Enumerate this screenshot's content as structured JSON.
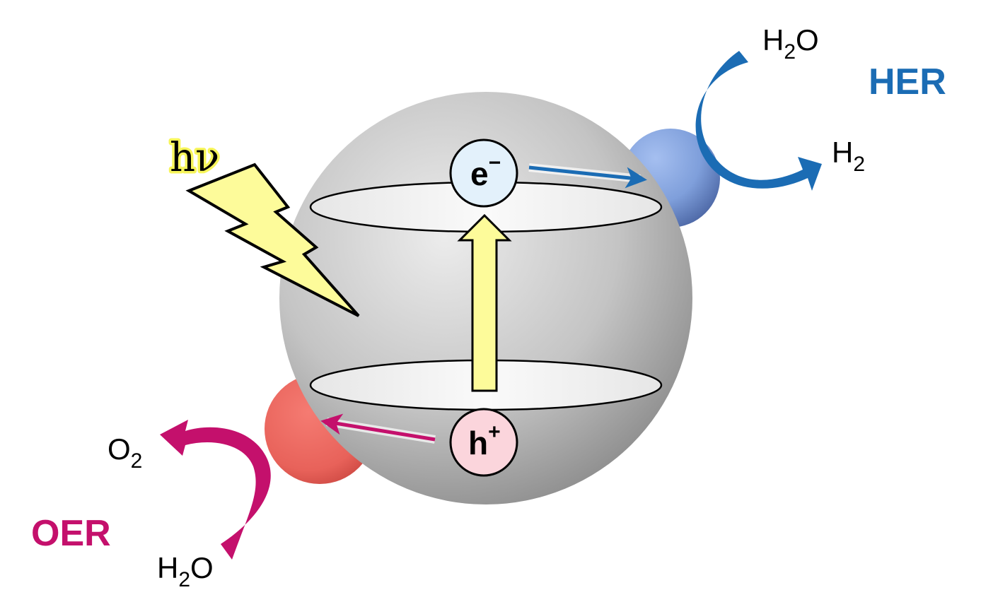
{
  "title": "Photocatalytic water splitting",
  "photon_label": "hν",
  "electron_label": "e",
  "electron_sup": "−",
  "hole_label": "h",
  "hole_sup": "+",
  "her": {
    "label": "HER",
    "reactant": {
      "main": "H",
      "sub": "2",
      "tail": "O"
    },
    "product": {
      "main": "H",
      "sub": "2"
    }
  },
  "oer": {
    "label": "OER",
    "reactant": {
      "main": "H",
      "sub": "2",
      "tail": "O"
    },
    "product": {
      "main": "O",
      "sub": "2"
    }
  },
  "colors": {
    "her": "#1b6cb4",
    "oer": "#c4106c",
    "excitation": "#fdfb9a",
    "sphere": "#bdbdbd"
  }
}
